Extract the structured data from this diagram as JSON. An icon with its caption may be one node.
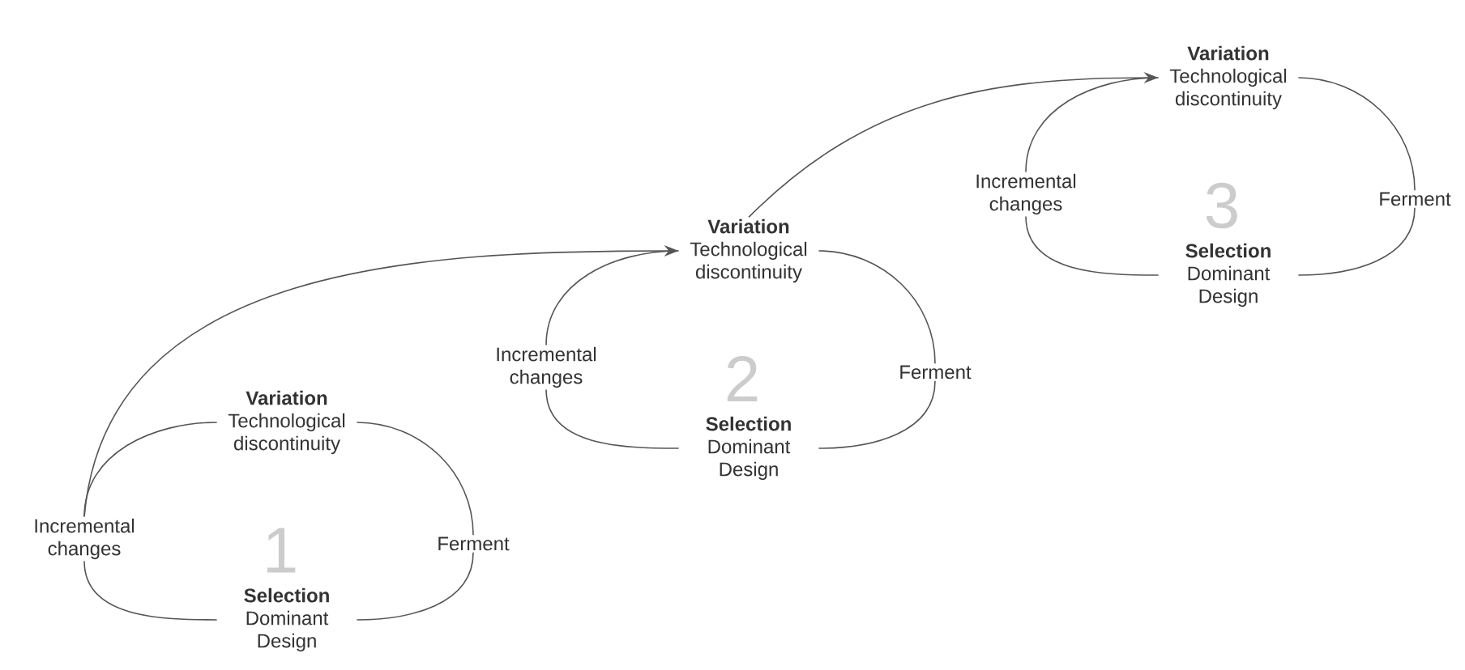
{
  "diagram": {
    "nodes": [
      {
        "text": [
          "Variation",
          "Technological discontinuity"
        ]
      },
      {
        "text": [
          "Ferment"
        ]
      },
      {
        "text": [
          "Selection",
          "Dominant Design"
        ]
      },
      {
        "text": [
          "Incremental changes"
        ]
      },
      {
        "text": [
          "Variation",
          "Technological discontinuity"
        ]
      },
      {
        "text": [
          "Ferment"
        ]
      },
      {
        "text": [
          "Selection",
          "Dominant Design"
        ]
      },
      {
        "text": [
          "Incremental changes"
        ]
      },
      {
        "text": [
          "Variation",
          "Technological discontinuity"
        ]
      },
      {
        "text": [
          "Ferment"
        ]
      },
      {
        "text": [
          "Selection",
          "Dominant Design"
        ]
      },
      {
        "text": [
          "Incremental changes"
        ]
      }
    ],
    "edges": [
      {
        "from": 0,
        "to": 1,
        "arrow": "none"
      },
      {
        "from": 1,
        "to": 2,
        "arrow": "none"
      },
      {
        "from": 2,
        "to": 3,
        "arrow": "none"
      },
      {
        "from": 3,
        "to": 0,
        "arrow": "none"
      },
      {
        "from": 4,
        "to": 5,
        "arrow": "none"
      },
      {
        "from": 5,
        "to": 6,
        "arrow": "none"
      },
      {
        "from": 6,
        "to": 7,
        "arrow": "none"
      },
      {
        "from": 7,
        "to": 4,
        "arrow": "none"
      },
      {
        "from": 8,
        "to": 9,
        "arrow": "none"
      },
      {
        "from": 9,
        "to": 10,
        "arrow": "none"
      },
      {
        "from": 10,
        "to": 11,
        "arrow": "none"
      },
      {
        "from": 11,
        "to": 8,
        "arrow": "none"
      },
      {
        "from": 3,
        "to": 4,
        "arrow": "to"
      },
      {
        "from": 4,
        "to": 8,
        "arrow": "to"
      }
    ],
    "labels": [
      "1",
      "2",
      "3"
    ]
  }
}
